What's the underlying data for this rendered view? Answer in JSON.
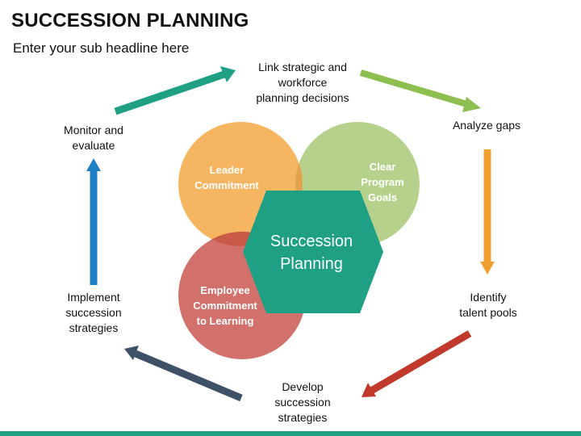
{
  "title": "SUCCESSION PLANNING",
  "subtitle": "Enter your sub headline here",
  "steps": {
    "link": "Link strategic and\nworkforce\nplanning decisions",
    "analyze": "Analyze gaps",
    "identify": "Identify\ntalent pools",
    "develop": "Develop\nsuccession\nstrategies",
    "implement": "Implement\nsuccession\nstrategies",
    "monitor": "Monitor and\nevaluate"
  },
  "circles": {
    "leader": "Leader\nCommitment",
    "goals": "Clear\nProgram\nGoals",
    "employee": "Employee\nCommitment\nto Learning"
  },
  "center": "Succession\nPlanning",
  "colors": {
    "teal": "#1fa085",
    "green": "#8cbf4f",
    "orange": "#f0a030",
    "red": "#c0392b",
    "navy": "#3f5166",
    "blue": "#1f7fc4",
    "circle_orange": "#f6b561",
    "circle_green": "#b6d18c",
    "circle_red": "#d2706b"
  }
}
